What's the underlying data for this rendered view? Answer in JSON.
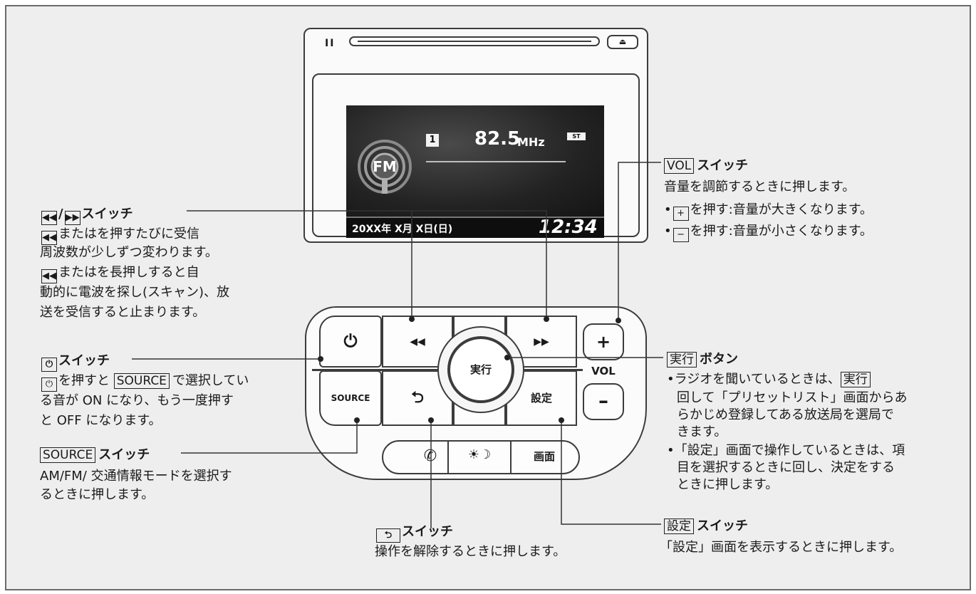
{
  "device": {
    "slot_text": "II",
    "eject_icon": "eject-icon",
    "screen": {
      "band_label": "FM",
      "preset_number": "1",
      "frequency": "82.5",
      "frequency_unit": "MHz",
      "stereo_badge": "ST",
      "date": "20XX年 X月 X日(日)",
      "time": "12:34"
    },
    "keys": {
      "power_icon": "power-icon",
      "prev_glyph": "◀◀",
      "next_glyph": "▶▶",
      "source_label": "SOURCE",
      "back_glyph": "⮌",
      "enter_label": "実行",
      "settings_label": "設定",
      "vol_plus": "+",
      "vol_label": "VOL",
      "vol_minus": "–",
      "phone_glyph": "✆",
      "dimmer_glyph": "☀☽",
      "display_label": "画面"
    }
  },
  "annotations": {
    "skip": {
      "title": "スイッチ",
      "line1": "またはを押すたびに受信",
      "line2": "周波数が少しずつ変わります。",
      "line3": "またはを長押しすると自",
      "line4": "動的に電波を探し(スキャン)、放",
      "line5": "送を受信すると止まります。"
    },
    "power": {
      "title": "スイッチ",
      "line1_pre": "を押すと",
      "key_source": "SOURCE",
      "line1_post": "で選択してい",
      "line2": "る音が ON になり、もう一度押す",
      "line3": "と OFF になります。"
    },
    "source": {
      "key": "SOURCE",
      "title": "スイッチ",
      "line1": "AM/FM/ 交通情報モードを選択す",
      "line2": "るときに押します。"
    },
    "back": {
      "title": "スイッチ",
      "line1": "操作を解除するときに押します。"
    },
    "vol": {
      "key": "VOL",
      "title": "スイッチ",
      "line1": "音量を調節するときに押します。",
      "plus_key": "+",
      "plus_text": "を押す:音量が大きくなります。",
      "minus_key": "−",
      "minus_text": "を押す:音量が小さくなります。"
    },
    "enter": {
      "key": "実行",
      "title": "ボタン",
      "line1": "•ラジオを聞いているときは、",
      "line1_key": "実行",
      "line2": "回して「プリセットリスト」画面からあ",
      "line3": "らかじめ登録してある放送局を選局で",
      "line4": "きます。",
      "line5": "•「設定」画面で操作しているときは、項",
      "line6": "目を選択するときに回し、決定をする",
      "line7": "ときに押します。"
    },
    "settings": {
      "key": "設定",
      "title": "スイッチ",
      "line1": "「設定」画面を表示するときに押します。"
    }
  }
}
